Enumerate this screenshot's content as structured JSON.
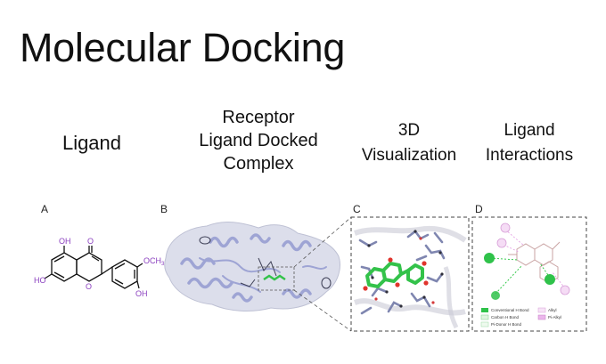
{
  "title": "Molecular Docking",
  "columns": [
    {
      "lines": [
        "Ligand"
      ]
    },
    {
      "lines": [
        "Receptor",
        "Ligand Docked",
        "Complex"
      ]
    },
    {
      "lines": [
        "3D",
        "Visualization"
      ]
    },
    {
      "lines": [
        "Ligand",
        "Interactions"
      ]
    }
  ],
  "panels": [
    "A",
    "B",
    "C",
    "D"
  ],
  "ligand": {
    "oh_top": "OH",
    "o_carbonyl": "O",
    "ho_left": "HO",
    "o_ring": "O",
    "och3": "OCH",
    "och3_sub": "3",
    "oh_right": "OH"
  },
  "interaction_legend": [
    "Conventional H Bond",
    "Carbon H Bond",
    "Pi-Donor H Bond",
    "Alkyl",
    "Pi-Alkyl"
  ],
  "colors": {
    "ligand_label": "#8a3fbf",
    "protein": "#9ea4d4",
    "ligand_3d": "#33c24a",
    "h_bond": "#22c43a",
    "alkyl": "#e6a3e6"
  }
}
